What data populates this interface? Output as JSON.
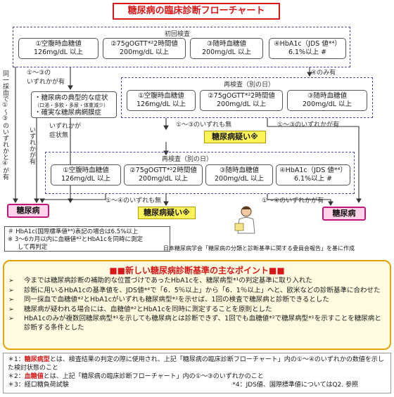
{
  "title": "糖尿病の臨床診断フローチャート",
  "initial_test": {
    "label": "初回検査",
    "items": [
      {
        "line1": "①空腹時血糖値",
        "line2": "126mg/dL 以上"
      },
      {
        "line1": "②75gOGTT*²2時間値",
        "line2": "200mg/dL 以上"
      },
      {
        "line1": "③随時血糖値",
        "line2": "200mg/dL 以上"
      },
      {
        "line1": "④HbA1c（JDS 値*⁴）",
        "line2": "6.1%以上 #"
      }
    ]
  },
  "retest1": {
    "label": "再検査（別の日）",
    "items": [
      {
        "line1": "①空腹時血糖値",
        "line2": "126mg/dL 以上"
      },
      {
        "line1": "②75gOGTT*²2時間値",
        "line2": "200mg/dL 以上"
      },
      {
        "line1": "③随時血糖値",
        "line2": "200mg/dL 以上"
      }
    ]
  },
  "retest2": {
    "label": "再検査（別の日）",
    "items": [
      {
        "line1": "①空腹時血糖値",
        "line2": "126mg/dL 以上"
      },
      {
        "line1": "②75gOGTT*²2時間値",
        "line2": "200mg/dL 以上"
      },
      {
        "line1": "③随時血糖値",
        "line2": "200mg/dL 以上"
      },
      {
        "line1": "④HbA1c（JDS 値*⁴）",
        "line2": "6.1%以上 #"
      }
    ]
  },
  "flow_labels": {
    "any_1_3": "①～③の\nいずれかが有",
    "only4": "④のみ有",
    "same_sample": "同一採血で①～③のいずれかと④が有",
    "any_symptom": "いずれかが有",
    "symptom_none": "いずれかが\n症状無",
    "r1_none": "①～③のいずれも無",
    "r1_any": "①～③のいずれかが有",
    "r2_none": "①～④のいずれも無",
    "r2_any": "①～④のいずれかが有"
  },
  "symptoms": {
    "line1": "・糖尿病の典型的な症状",
    "line2": "（口渇・多飲・多尿・体重減少）",
    "line3": "・確実な糖尿病網膜症"
  },
  "results": {
    "dm_left": "糖尿病",
    "dm_right": "糖尿病",
    "suspect1": "糖尿病疑い※",
    "suspect2": "糖尿病疑い※"
  },
  "notes": {
    "hash": "＃ HbA1c(国際標準値*⁴)表記の場合は6.5%以上",
    "kome1": "※ 3～6カ月以内に血糖値*²とHbA1cを同時に測定",
    "kome2": "して再判定"
  },
  "source": "日本糖尿病学会「糖尿病の分類と診断基準に関する委員会報告」を基に作成",
  "points": {
    "title": "■■新しい糖尿病診断基準の主なポイント■■",
    "items": [
      "今までは糖尿病診断の補助的な位置づけであったHbA1cを、糖尿病型*¹の判定基準に取り入れた",
      "診断に用いるHbA1cの基準値を、JDS値*⁴で「6．5％以上」から「6．1％以上」へと、欧米などの診断基準に合わせた",
      "同一採血で血糖値*²とHbA1cがいずれも糖尿病型*¹を示せば、1回の検査で糖尿病と診断できるとした",
      "糖尿病が疑われる場合には、血糖値*²とHbA1cを同時に測定することを原則とした",
      "HbA1cのみが複数回糖尿病型*¹を示しても糖尿病とは診断できず、1回でも血糖値*²で糖尿病型*¹を示すことを糖尿病と診断する条件とした"
    ]
  },
  "footnotes": {
    "f1_term": "糖尿病型",
    "f1_text": "とは、検査結果の判定の際に使用され、上記「糖尿病の臨床診断フローチャート」内の①～④のいずれかの数値を示した検討状態のこと",
    "f2_term": "血糖値",
    "f2_text": "とは、上記「糖尿病の臨床診断フローチャート」内の①～③のいずれかのこと",
    "f3": "経口糖負荷試験",
    "f4": "*4：JDS値、国際標準値についてはQ2. 参照"
  },
  "colors": {
    "accent_red": "#d81818",
    "pink": "#ffd3ea",
    "yellow": "#fff35a",
    "dash": "#4a4aa0"
  }
}
